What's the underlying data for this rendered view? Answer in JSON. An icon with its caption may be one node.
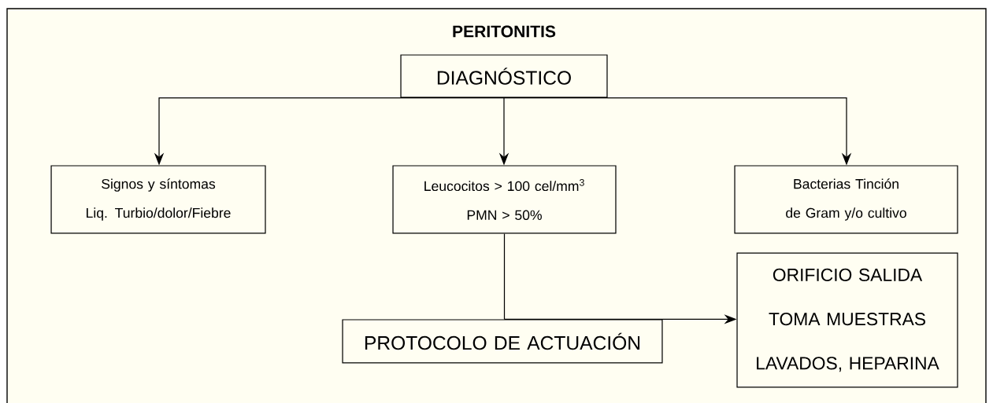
{
  "diagram": {
    "title": "PERITONITIS",
    "nodes": [
      {
        "text": [
          "DIAGNÓSTICO"
        ]
      },
      {
        "text": [
          "Signos y síntomas",
          "Liq. Turbio/dolor/Fiebre"
        ]
      },
      {
        "text": [
          "Leucocitos > 100 cel/mm$^{3}$",
          "PMN > 50%"
        ]
      },
      {
        "text": [
          "Bacterias Tinción de Gram y/o cultivo"
        ]
      },
      {
        "text": [
          "PROTOCOLO DE ACTUACIÓN"
        ]
      },
      {
        "text": [
          "ORIFICIO SALIDA",
          "TOMA MUESTRAS",
          "LAVADOS, HEPARINA"
        ]
      }
    ],
    "edges": [
      {
        "from": 0,
        "to": 1,
        "arrow": "to"
      },
      {
        "from": 0,
        "to": 2,
        "arrow": "to"
      },
      {
        "from": 0,
        "to": 3,
        "arrow": "to"
      },
      {
        "from": 2,
        "to": 4,
        "arrow": "none"
      },
      {
        "from": 4,
        "to": 5,
        "arrow": "to"
      }
    ]
  }
}
